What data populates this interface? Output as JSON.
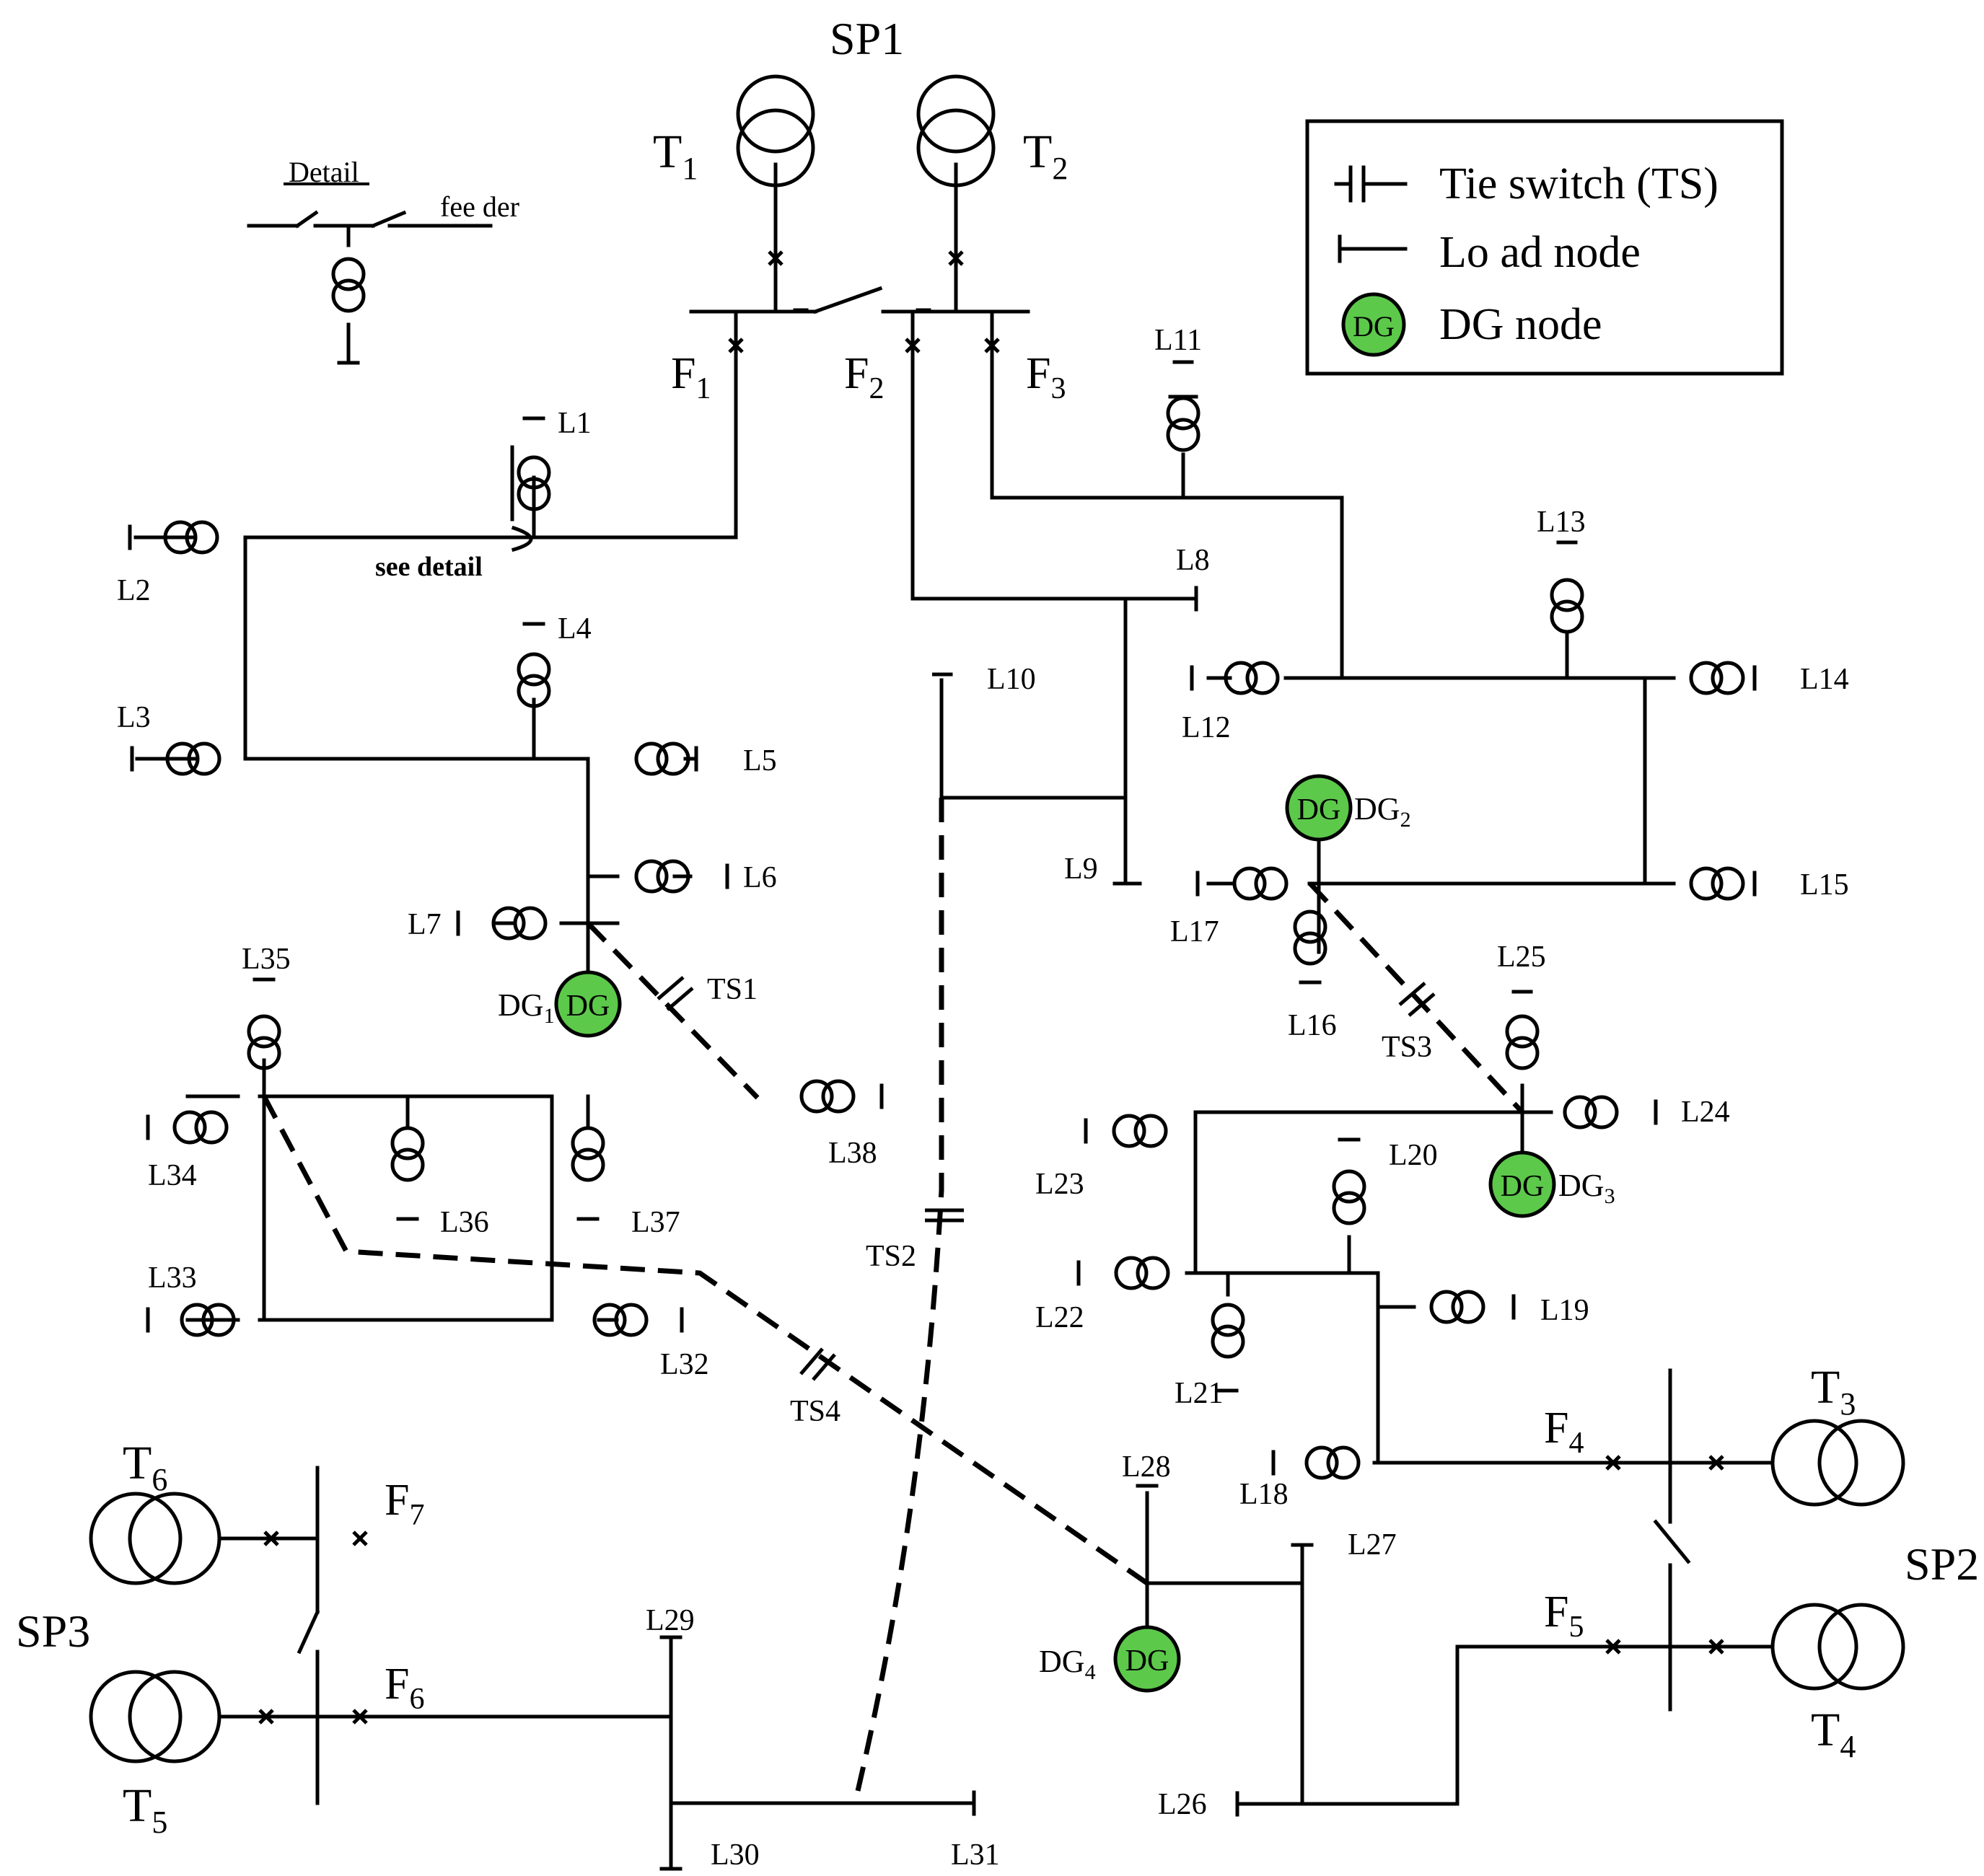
{
  "substations": {
    "sp1": "SP1",
    "sp2": "SP2",
    "sp3": "SP3"
  },
  "transformers": {
    "t1": {
      "base": "T",
      "sub": "1"
    },
    "t2": {
      "base": "T",
      "sub": "2"
    },
    "t3": {
      "base": "T",
      "sub": "3"
    },
    "t4": {
      "base": "T",
      "sub": "4"
    },
    "t5": {
      "base": "T",
      "sub": "5"
    },
    "t6": {
      "base": "T",
      "sub": "6"
    }
  },
  "feeders": {
    "f1": {
      "base": "F",
      "sub": "1"
    },
    "f2": {
      "base": "F",
      "sub": "2"
    },
    "f3": {
      "base": "F",
      "sub": "3"
    },
    "f4": {
      "base": "F",
      "sub": "4"
    },
    "f5": {
      "base": "F",
      "sub": "5"
    },
    "f6": {
      "base": "F",
      "sub": "6"
    },
    "f7": {
      "base": "F",
      "sub": "7"
    }
  },
  "loads": {
    "l1": "L1",
    "l2": "L2",
    "l3": "L3",
    "l4": "L4",
    "l5": "L5",
    "l6": "L6",
    "l7": "L7",
    "l8": "L8",
    "l9": "L9",
    "l10": "L10",
    "l11": "L11",
    "l12": "L12",
    "l13": "L13",
    "l14": "L14",
    "l15": "L15",
    "l16": "L16",
    "l17": "L17",
    "l18": "L18",
    "l19": "L19",
    "l20": "L20",
    "l21": "L21",
    "l22": "L22",
    "l23": "L23",
    "l24": "L24",
    "l25": "L25",
    "l26": "L26",
    "l27": "L27",
    "l28": "L28",
    "l29": "L29",
    "l30": "L30",
    "l31": "L31",
    "l32": "L32",
    "l33": "L33",
    "l34": "L34",
    "l35": "L35",
    "l36": "L36",
    "l37": "L37",
    "l38": "L38"
  },
  "tie_switches": {
    "ts1": "TS1",
    "ts2": "TS2",
    "ts3": "TS3",
    "ts4": "TS4"
  },
  "dg": {
    "circle_text": "DG",
    "dg1": {
      "base": "DG",
      "sub": "1"
    },
    "dg2": {
      "base": "DG",
      "sub": "2"
    },
    "dg3": {
      "base": "DG",
      "sub": "3"
    },
    "dg4": {
      "base": "DG",
      "sub": "4"
    }
  },
  "detail": {
    "title": "Detail",
    "feeder": "fee der",
    "see": "see detail"
  },
  "legend": {
    "tie_switch": "Tie switch (TS)",
    "load_node": "Lo ad node",
    "dg_node": "DG node"
  },
  "colors": {
    "dg_fill": "#5cc94a",
    "line": "#000000",
    "background": "#ffffff"
  }
}
